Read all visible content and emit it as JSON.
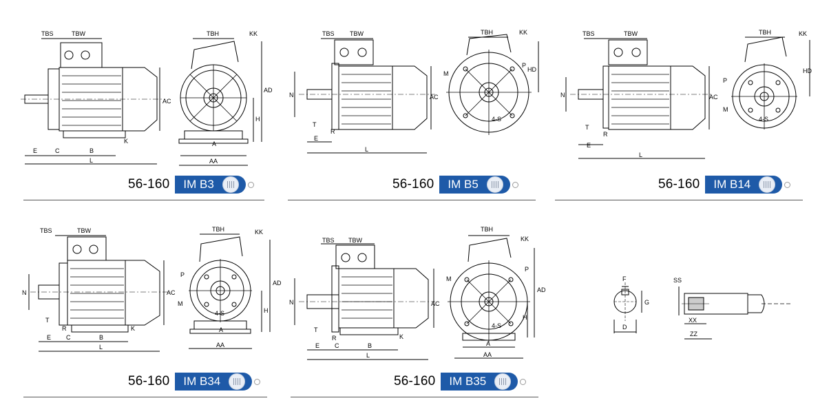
{
  "panels": [
    {
      "id": "b3",
      "range": "56-160",
      "mounting": "IM B3",
      "labels": {
        "tbs": "TBS",
        "tbw": "TBW",
        "tbh": "TBH",
        "kk": "KK",
        "ad": "AD",
        "ac": "AC",
        "h": "H",
        "k": "K",
        "e": "E",
        "c": "C",
        "b": "B",
        "l": "L",
        "a": "A",
        "aa": "AA"
      }
    },
    {
      "id": "b5",
      "range": "56-160",
      "mounting": "IM B5",
      "labels": {
        "tbs": "TBS",
        "tbw": "TBW",
        "tbh": "TBH",
        "kk": "KK",
        "hd": "HD",
        "ac": "AC",
        "n": "N",
        "t": "T",
        "r": "R",
        "e": "E",
        "l": "L",
        "m": "M",
        "p": "P",
        "s": "4-S"
      }
    },
    {
      "id": "b14",
      "range": "56-160",
      "mounting": "IM B14",
      "labels": {
        "tbs": "TBS",
        "tbw": "TBW",
        "tbh": "TBH",
        "kk": "KK",
        "hd": "HD",
        "ac": "AC",
        "n": "N",
        "t": "T",
        "r": "R",
        "e": "E",
        "l": "L",
        "m": "M",
        "p": "P",
        "s": "4-S"
      }
    },
    {
      "id": "b34",
      "range": "56-160",
      "mounting": "IM B34",
      "labels": {
        "tbs": "TBS",
        "tbw": "TBW",
        "tbh": "TBH",
        "kk": "KK",
        "ad": "AD",
        "ac": "AC",
        "n": "N",
        "t": "T",
        "r": "R",
        "e": "E",
        "c": "C",
        "b": "B",
        "l": "L",
        "k": "K",
        "h": "H",
        "a": "A",
        "aa": "AA",
        "m": "M",
        "p": "P",
        "s": "4-S"
      }
    },
    {
      "id": "b35",
      "range": "56-160",
      "mounting": "IM B35",
      "labels": {
        "tbs": "TBS",
        "tbw": "TBW",
        "tbh": "TBH",
        "kk": "KK",
        "ad": "AD",
        "ac": "AC",
        "n": "N",
        "t": "T",
        "r": "R",
        "e": "E",
        "c": "C",
        "b": "B",
        "l": "L",
        "k": "K",
        "h": "H",
        "a": "A",
        "aa": "AA",
        "m": "M",
        "p": "P",
        "s": "4-S"
      }
    }
  ],
  "shaft": {
    "labels": {
      "f": "F",
      "g": "G",
      "d": "D",
      "ss": "SS",
      "xx": "XX",
      "zz": "ZZ"
    }
  },
  "colors": {
    "badge": "#1e5aa8",
    "line": "#000000"
  }
}
